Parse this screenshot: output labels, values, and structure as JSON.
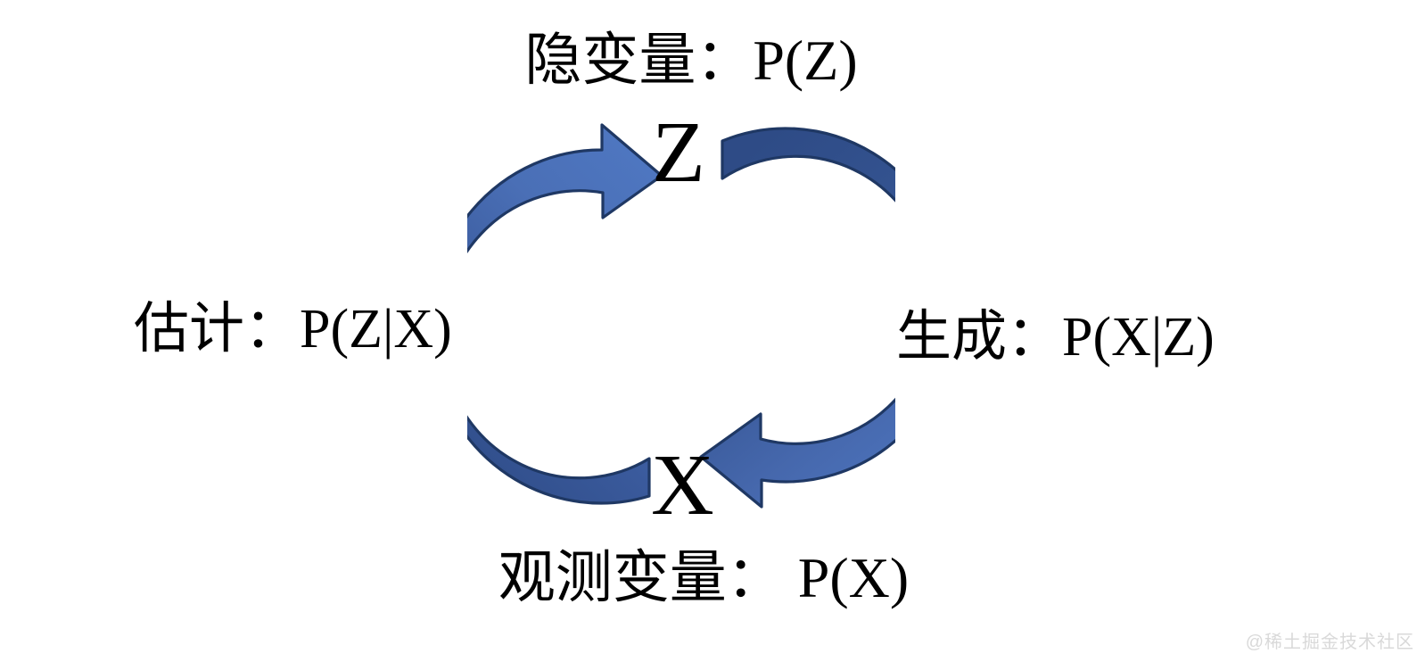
{
  "diagram": {
    "title_top": "隐变量：P(Z)",
    "title_bottom": "观测变量： P(X)",
    "label_left": "估计：P(Z|X)",
    "label_right": "生成：P(X|Z)",
    "nodes": [
      {
        "id": "z",
        "letter": "Z",
        "caption": "隐变量：P(Z)"
      },
      {
        "id": "x",
        "letter": "X",
        "caption": "观测变量： P(X)"
      }
    ],
    "arrows": [
      {
        "id": "estimate",
        "label": "估计：P(Z|X)",
        "from": "X",
        "to": "Z",
        "side": "left",
        "direction": "counterclockwise",
        "color_dark": "#2F4E8C",
        "color_light": "#4C74BC"
      },
      {
        "id": "generate",
        "label": "生成：P(X|Z)",
        "from": "Z",
        "to": "X",
        "side": "right",
        "direction": "clockwise",
        "color_dark": "#2F4C87",
        "color_light": "#4C72B8"
      }
    ],
    "colors": {
      "background": "#FFFFFF",
      "text": "#000000",
      "arrow_dark": "#2F4C87",
      "arrow_mid": "#3E5FA3",
      "arrow_light": "#4C74BC",
      "arrow_outline": "#1F3864",
      "watermark": "#D9D9D9"
    }
  },
  "watermark": {
    "text": "@稀土掘金技术社区"
  }
}
